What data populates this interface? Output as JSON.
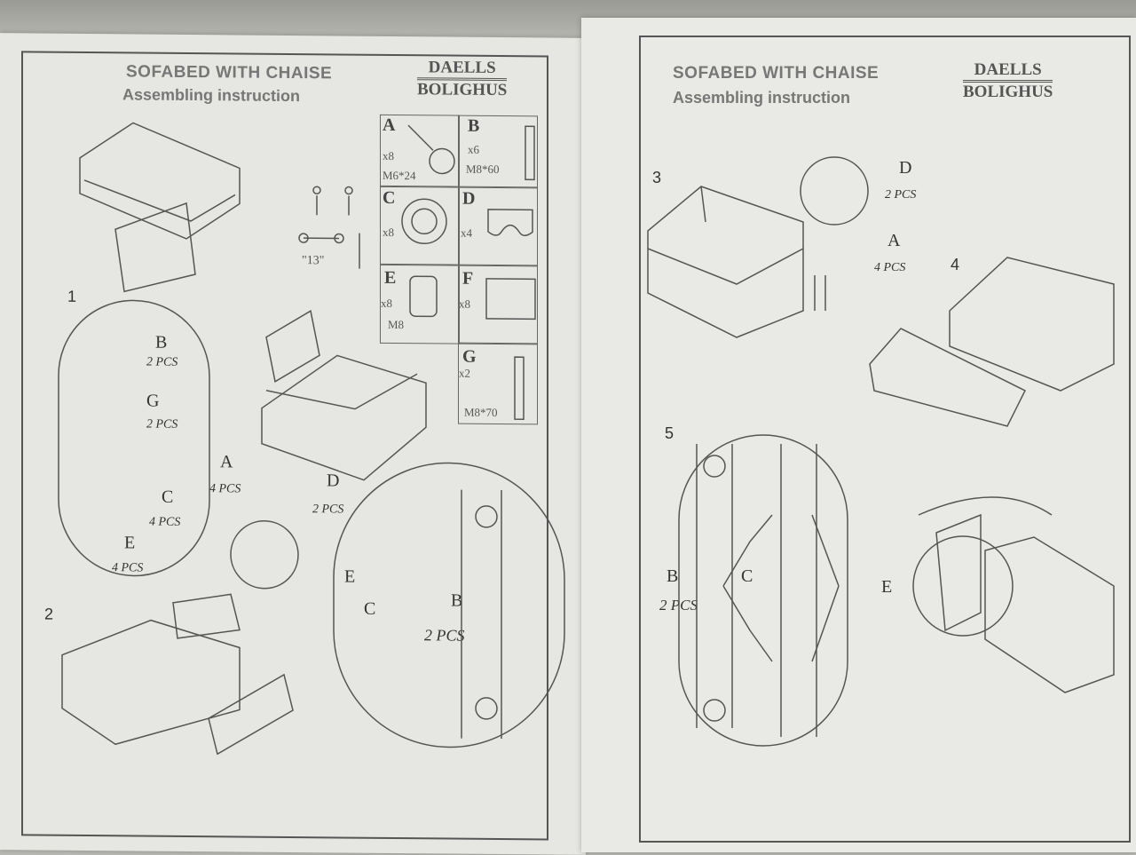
{
  "left_page": {
    "title": "SOFABED WITH CHAISE",
    "subtitle": "Assembling instruction",
    "logo": {
      "top": "DAELLS",
      "bottom": "BOLIGHUS"
    },
    "tool_label": "\"13\"",
    "parts": [
      {
        "letter": "A",
        "qty": "x8",
        "spec": "M6*24"
      },
      {
        "letter": "B",
        "qty": "x6",
        "spec": "M8*60"
      },
      {
        "letter": "C",
        "qty": "x8",
        "spec": ""
      },
      {
        "letter": "D",
        "qty": "x4",
        "spec": ""
      },
      {
        "letter": "E",
        "qty": "x8",
        "spec": "M8"
      },
      {
        "letter": "F",
        "qty": "x8",
        "spec": ""
      },
      {
        "letter": "G",
        "qty": "x2",
        "spec": "M8*70"
      }
    ],
    "steps": [
      "1",
      "2"
    ],
    "callouts": [
      {
        "letter": "B",
        "qty": "2 PCS"
      },
      {
        "letter": "G",
        "qty": "2 PCS"
      },
      {
        "letter": "C",
        "qty": "4 PCS"
      },
      {
        "letter": "E",
        "qty": "4 PCS"
      },
      {
        "letter": "A",
        "qty": "4 PCS"
      },
      {
        "letter": "D",
        "qty": "2 PCS"
      },
      {
        "letter": "E",
        "qty": ""
      },
      {
        "letter": "C",
        "qty": ""
      },
      {
        "letter": "B",
        "qty": "2 PCS"
      }
    ]
  },
  "right_page": {
    "title": "SOFABED WITH CHAISE",
    "subtitle": "Assembling instruction",
    "logo": {
      "top": "DAELLS",
      "bottom": "BOLIGHUS"
    },
    "steps": [
      "3",
      "4",
      "5"
    ],
    "callouts": [
      {
        "letter": "D",
        "qty": "2 PCS"
      },
      {
        "letter": "A",
        "qty": "4 PCS"
      },
      {
        "letter": "B",
        "qty": "2 PCS"
      },
      {
        "letter": "C",
        "qty": ""
      },
      {
        "letter": "E",
        "qty": ""
      }
    ]
  }
}
